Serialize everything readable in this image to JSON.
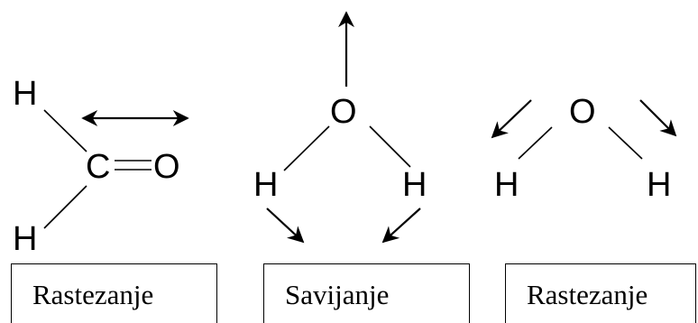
{
  "molecules": [
    {
      "atoms": {
        "h_top": "H",
        "c": "C",
        "o": "O",
        "h_bottom": "H"
      },
      "mode": "Rastezanje"
    },
    {
      "atoms": {
        "o": "O",
        "h_left": "H",
        "h_right": "H"
      },
      "mode": "Savijanje"
    },
    {
      "atoms": {
        "o": "O",
        "h_left": "H",
        "h_right": "H"
      },
      "mode": "Rastezanje"
    }
  ],
  "arrow_icon": "arrow-icon",
  "line_color": "#000000"
}
